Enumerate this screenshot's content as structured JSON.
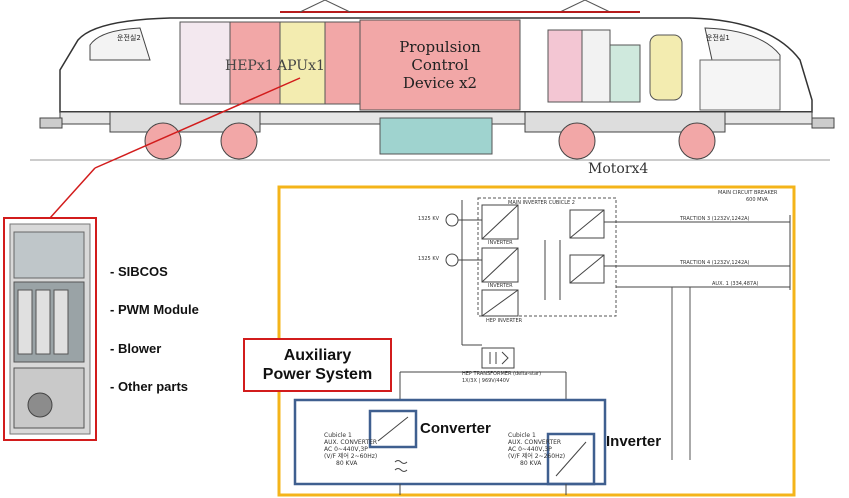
{
  "locomotive": {
    "cab_left": "운전실2",
    "cab_right": "운전실1",
    "hep": "HEPx1",
    "apu": "APUx1",
    "propulsion_1": "Propulsion",
    "propulsion_2": "Control",
    "propulsion_3": "Device x2",
    "motor": "Motorx4"
  },
  "components": {
    "items": [
      "- SIBCOS",
      "- PWM Module",
      "- Blower",
      "- Other parts"
    ]
  },
  "aux": {
    "title_line1": "Auxiliary",
    "title_line2": "Power System",
    "converter": "Converter",
    "inverter": "Inverter"
  },
  "schematic": {
    "mcb_1": "MAIN CIRCUIT BREAKER",
    "mcb_2": "600 MVA",
    "main_inverter": "MAIN INVERTER CUBICLE 2",
    "voltage_1": "1325 KV",
    "voltage_2": "1325 KV",
    "inverter_1": "INVERTER",
    "inverter_2": "INVERTER",
    "hep_inverter": "HEP INVERTER",
    "traction_3": "TRACTION 3 (1232V,1242A)",
    "traction_4": "TRACTION 4 (1232V,1242A)",
    "aux_1": "AUX. 1 (334,487A)",
    "hep_transformer": "HEP TRANSFORMER (delta-star)",
    "hep_transformer_rating": "1X/3X | 969V/440V",
    "cubicle_left_1": "Cubicle 1",
    "cubicle_left_2": "AUX. CONVERTER",
    "cubicle_left_3": "AC 0~440V,3P",
    "cubicle_left_4": "(V/F 제어 2~60Hz)",
    "cubicle_left_5": "80 KVA",
    "cubicle_right_1": "Cubicle 1",
    "cubicle_right_2": "AUX. CONVERTER",
    "cubicle_right_3": "AC 0~440V,3P",
    "cubicle_right_4": "(V/F 제어 2~260Hz)",
    "cubicle_right_5": "80 KVA"
  },
  "colors": {
    "frame_yellow": "#f4b41a",
    "frame_blue": "#3f5f8f",
    "red": "#d21c1c",
    "pink": "#f2a7a7",
    "teal": "#9fd3cf",
    "pale_yellow": "#f3ecb0"
  }
}
